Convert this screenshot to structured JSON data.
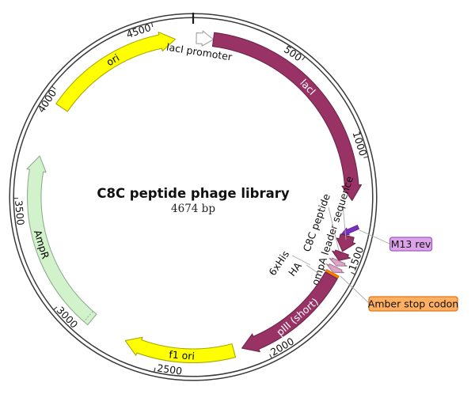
{
  "map": {
    "center_title": "C8C peptide phage library",
    "subtitle": "4674 bp",
    "length_bp": 4674,
    "backbone_color": "#3a3a3a",
    "tick_color": "#333333",
    "leader_line_color": "#aaaaaa",
    "ticks": [
      500,
      1000,
      1500,
      2000,
      2500,
      3000,
      3500,
      4000,
      4500
    ],
    "features": [
      {
        "label": "ori",
        "start": 3950,
        "end": 4590,
        "shape": "arrow",
        "fill": "#FFFF00",
        "stroke": "#A8A800",
        "text_color": "#000000",
        "label_style": "arc",
        "label_bp": 4280
      },
      {
        "label": "lacI promoter",
        "start": 15,
        "end": 95,
        "shape": "arrow-thin",
        "fill": "#FFFFFF",
        "stroke": "#A0A0A0",
        "text_color": "#000000",
        "label_style": "fixed"
      },
      {
        "label": "lacI",
        "start": 95,
        "end": 1185,
        "shape": "arrow",
        "fill": "#993366",
        "stroke": "#6E2449",
        "text_color": "#FFFFFF",
        "label_style": "arc",
        "label_bp": 600
      },
      {
        "label": "M13 rev",
        "start": 1300,
        "end": 1345,
        "shape": "primer",
        "fill": "#7B2FBE",
        "stroke": "#5A1E90",
        "label_style": "callout",
        "callout_fill": "#DCA3E8",
        "callout_stroke": "#A35BC4"
      },
      {
        "label": "ompA leader sequence",
        "start": 1352,
        "end": 1428,
        "shape": "arrow",
        "fill": "#993366",
        "stroke": "#6E2449",
        "label_style": "tilted"
      },
      {
        "label": "C8C peptide",
        "start": 1434,
        "end": 1474,
        "shape": "arrow",
        "fill": "#993366",
        "stroke": "#6E2449",
        "label_style": "tilted"
      },
      {
        "label": "6xHis",
        "start": 1476,
        "end": 1502,
        "shape": "arrow",
        "fill": "#D9A6C6",
        "stroke": "#A87898",
        "label_style": "tilted"
      },
      {
        "label": "HA",
        "start": 1508,
        "end": 1536,
        "shape": "arrow",
        "fill": "#D9A6C6",
        "stroke": "#A87898",
        "label_style": "tilted"
      },
      {
        "label": "Amber stop codon",
        "start": 1539,
        "end": 1550,
        "shape": "wedge",
        "fill": "#FF8000",
        "stroke": "#D96D00",
        "label_style": "callout",
        "callout_fill": "#FFAF61",
        "callout_stroke": "#E0761A"
      },
      {
        "label": "pIII (short)",
        "start": 1553,
        "end": 2105,
        "shape": "arrow",
        "fill": "#993366",
        "stroke": "#6E2449",
        "text_color": "#FFFFFF",
        "label_style": "arc",
        "label_bp": 1805
      },
      {
        "label": "f1 ori",
        "start": 2145,
        "end": 2665,
        "shape": "arrow",
        "fill": "#FFFF00",
        "stroke": "#A8A800",
        "text_color": "#000000",
        "label_style": "arc",
        "label_bp": 2390
      },
      {
        "label": "AmpR",
        "start": 2850,
        "end": 3700,
        "shape": "arrow",
        "fill": "#D2F2CC",
        "stroke": "#8FAE8F",
        "text_color": "#000000",
        "label_style": "arc",
        "label_bp": 3280,
        "divider_bp": 2872
      }
    ]
  }
}
